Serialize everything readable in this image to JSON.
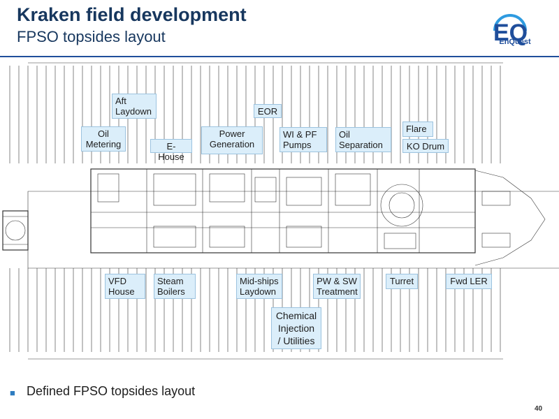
{
  "header": {
    "title": "Kraken field development",
    "subtitle": "FPSO topsides layout",
    "logo_letters": "EQ",
    "logo_text": "EnQuest"
  },
  "labels": {
    "aft_laydown": "Aft\nLaydown",
    "oil_metering": "Oil\nMetering",
    "e_house": "E-House",
    "power_generation": "Power\nGeneration",
    "eor": "EOR",
    "wi_pf_pumps": "WI & PF\nPumps",
    "oil_separation": "Oil\nSeparation",
    "flare": "Flare",
    "ko_drum": "KO Drum",
    "vfd_house": "VFD\nHouse",
    "steam_boilers": "Steam\nBoilers",
    "midships_laydown": "Mid-ships\nLaydown",
    "pw_sw_treatment": "PW & SW\nTreatment",
    "chemical_injection": "Chemical\nInjection\n/ Utilities",
    "turret": "Turret",
    "fwd_ler": "Fwd LER"
  },
  "bullets": [
    "Defined FPSO topsides layout"
  ],
  "page_number": "40",
  "colors": {
    "title": "#17375e",
    "accent": "#1f4e9b",
    "label_fill": "#dbeefa",
    "label_border": "#9cc3df",
    "bullet": "#2e7cc0"
  }
}
